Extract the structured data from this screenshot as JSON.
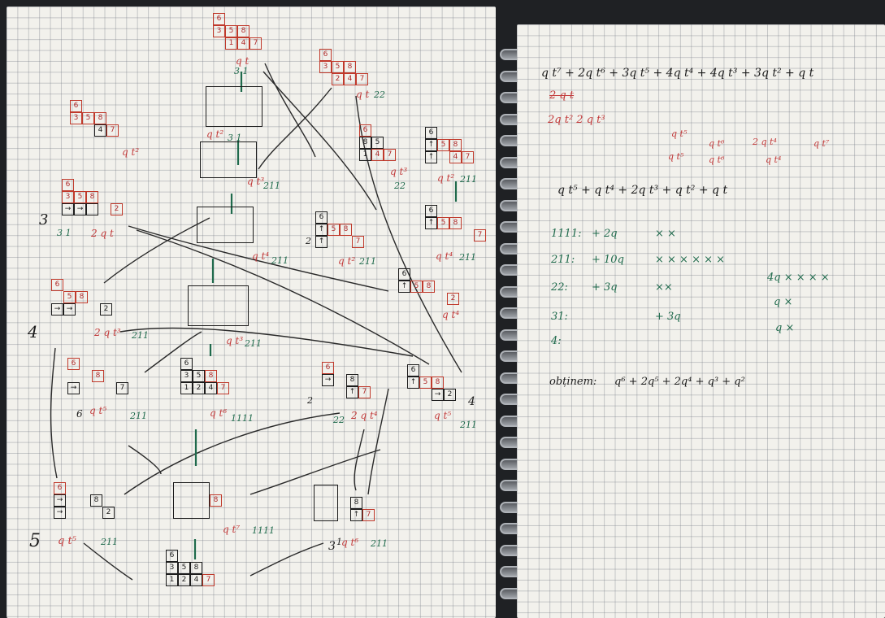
{
  "notebook": {
    "left_page": {
      "labels": [
        {
          "text": "q t",
          "color": "red"
        },
        {
          "text": "3 1",
          "color": "green"
        },
        {
          "text": "q t²",
          "color": "red"
        },
        {
          "text": "q t²",
          "color": "red"
        },
        {
          "text": "3 1",
          "color": "green"
        },
        {
          "text": "q t",
          "color": "red"
        },
        {
          "text": "22",
          "color": "green"
        },
        {
          "text": "q t³",
          "color": "red"
        },
        {
          "text": "211",
          "color": "green"
        },
        {
          "text": "q t³",
          "color": "red"
        },
        {
          "text": "22",
          "color": "green"
        },
        {
          "text": "q t²",
          "color": "red"
        },
        {
          "text": "211",
          "color": "green"
        },
        {
          "text": "3 1",
          "color": "green"
        },
        {
          "text": "2 q t",
          "color": "red"
        },
        {
          "text": "q t⁴",
          "color": "red"
        },
        {
          "text": "211",
          "color": "green"
        },
        {
          "text": "q t²",
          "color": "red"
        },
        {
          "text": "211",
          "color": "green"
        },
        {
          "text": "q t⁴",
          "color": "red"
        },
        {
          "text": "211",
          "color": "green"
        },
        {
          "text": "2 q t³",
          "color": "red"
        },
        {
          "text": "211",
          "color": "green"
        },
        {
          "text": "q t³",
          "color": "red"
        },
        {
          "text": "211",
          "color": "green"
        },
        {
          "text": "q t⁴",
          "color": "red"
        },
        {
          "text": "q t⁵",
          "color": "red"
        },
        {
          "text": "211",
          "color": "green"
        },
        {
          "text": "q t⁶",
          "color": "red"
        },
        {
          "text": "1111",
          "color": "green"
        },
        {
          "text": "22",
          "color": "green"
        },
        {
          "text": "2 q t⁴",
          "color": "red"
        },
        {
          "text": "q t⁵",
          "color": "red"
        },
        {
          "text": "211",
          "color": "green"
        },
        {
          "text": "q t⁵",
          "color": "red"
        },
        {
          "text": "211",
          "color": "green"
        },
        {
          "text": "q t⁷",
          "color": "red"
        },
        {
          "text": "1111",
          "color": "green"
        },
        {
          "text": "q t⁶",
          "color": "red"
        },
        {
          "text": "211",
          "color": "green"
        }
      ],
      "margin_numbers": [
        "3",
        "4",
        "5",
        "6",
        "2",
        "4",
        "2",
        "1",
        "3"
      ]
    },
    "right_page": {
      "line1": "q t⁷ + 2q t⁶ + 3q t⁵ + 4q t⁴ + 4q t³ + 3q t² + q t",
      "red_line_a": "2 q t",
      "red_line_b": "2q t²    2 q t³",
      "red_terms": [
        "q t⁵",
        "q t⁶",
        "2 q t⁴",
        "q t⁷",
        "q t⁵",
        "q t⁶",
        "q t⁴"
      ],
      "line3": "q t⁵  + q t⁴  + 2q t³  +  q t²  + q t",
      "counts": [
        {
          "label": "1111:",
          "value": "+ 2q",
          "marks": "× ×"
        },
        {
          "label": "211:",
          "value": "+ 10q",
          "marks": "× × × × × ×"
        },
        {
          "label": "22:",
          "value": "+ 3q",
          "marks": "××"
        },
        {
          "label": "31:",
          "value": "+ 3q",
          "marks": ""
        },
        {
          "label": "4:",
          "value": "",
          "marks": ""
        }
      ],
      "side_notes": [
        "4q  × × × ×",
        "q  ×",
        "q  ×"
      ],
      "obtained_label": "obținem:",
      "obtained_expr": "q⁶ + 2q⁵ + 2q⁴ + q³ + q²"
    }
  }
}
